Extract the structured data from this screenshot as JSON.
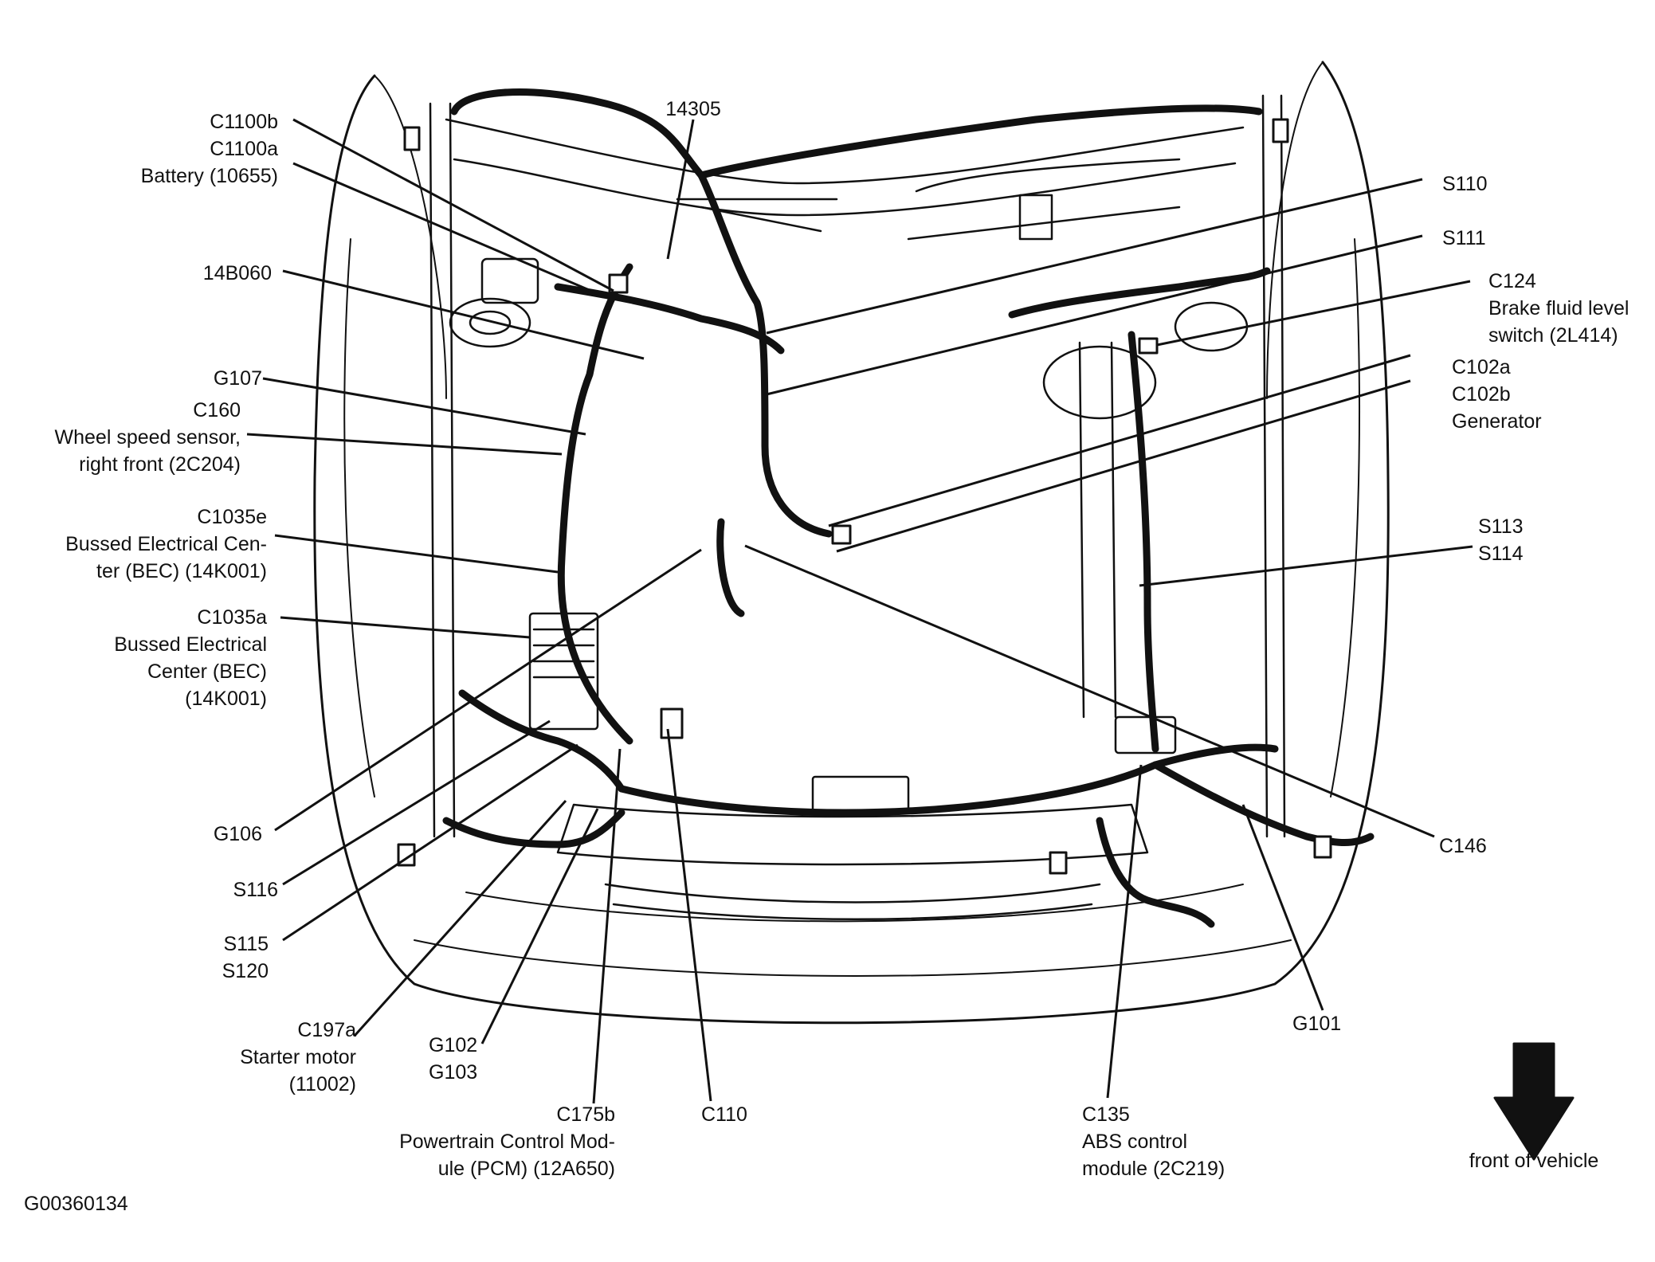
{
  "figure_id": "G00360134",
  "direction_label": "front of vehicle",
  "direction_icon": "down-arrow-icon",
  "callouts": [
    {
      "id": "c1100b",
      "lines": [
        "C1100b"
      ]
    },
    {
      "id": "c1100a",
      "lines": [
        "C1100a",
        "Battery (10655)"
      ]
    },
    {
      "id": "14305",
      "lines": [
        "14305"
      ]
    },
    {
      "id": "14b060",
      "lines": [
        "14B060"
      ]
    },
    {
      "id": "g107",
      "lines": [
        "G107"
      ]
    },
    {
      "id": "c160",
      "lines": [
        "C160",
        "Wheel speed sensor,",
        "right front (2C204)"
      ]
    },
    {
      "id": "c1035e",
      "lines": [
        "C1035e",
        "Bussed Electrical Cen-",
        "ter (BEC) (14K001)"
      ]
    },
    {
      "id": "c1035a",
      "lines": [
        "C1035a",
        "Bussed Electrical",
        "Center (BEC)",
        "(14K001)"
      ]
    },
    {
      "id": "g106",
      "lines": [
        "G106"
      ]
    },
    {
      "id": "s116",
      "lines": [
        "S116"
      ]
    },
    {
      "id": "s115",
      "lines": [
        "S115",
        "S120"
      ]
    },
    {
      "id": "c197a",
      "lines": [
        "C197a",
        "Starter motor",
        "(11002)"
      ]
    },
    {
      "id": "g102",
      "lines": [
        "G102",
        "G103"
      ]
    },
    {
      "id": "c175b",
      "lines": [
        "C175b",
        "Powertrain Control Mod-",
        "ule (PCM) (12A650)"
      ]
    },
    {
      "id": "c110",
      "lines": [
        "C110"
      ]
    },
    {
      "id": "c135",
      "lines": [
        "C135",
        "ABS control",
        "module (2C219)"
      ]
    },
    {
      "id": "g101",
      "lines": [
        "G101"
      ]
    },
    {
      "id": "c146",
      "lines": [
        "C146"
      ]
    },
    {
      "id": "s113",
      "lines": [
        "S113",
        "S114"
      ]
    },
    {
      "id": "c102a",
      "lines": [
        "C102a",
        "C102b",
        "Generator"
      ]
    },
    {
      "id": "c124",
      "lines": [
        "C124",
        "Brake fluid level",
        "switch (2L414)"
      ]
    },
    {
      "id": "s111",
      "lines": [
        "S111"
      ]
    },
    {
      "id": "s110",
      "lines": [
        "S110"
      ]
    }
  ]
}
